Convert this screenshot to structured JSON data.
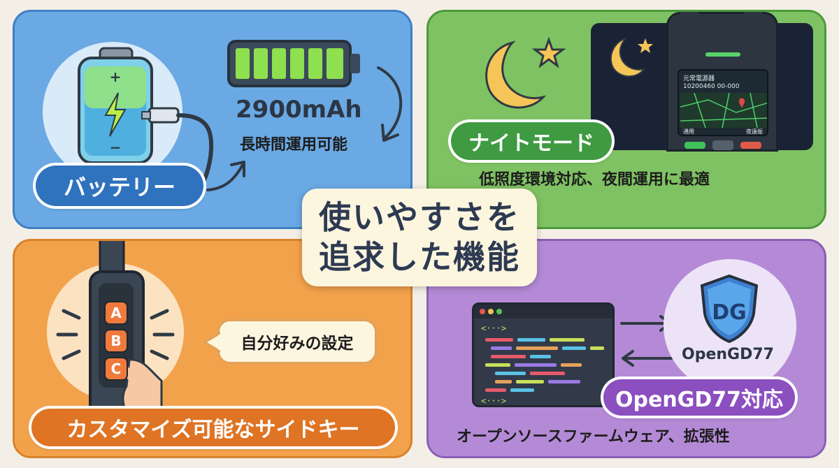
{
  "center_title": {
    "line1": "使いやすさを",
    "line2": "追求した機能"
  },
  "battery": {
    "badge": "バッテリー",
    "capacity": "2900mAh",
    "caption": "長時間運用可能"
  },
  "night": {
    "badge": "ナイトモード",
    "caption": "低照度環境対応、夜間運用に最適",
    "screen": {
      "line1": "元常電源器",
      "line2": "10200460 00-000",
      "footer_left": "通用",
      "footer_right": "夜遠振"
    }
  },
  "keys": {
    "badge": "カスタマイズ可能なサイドキー",
    "bubble": "自分好みの設定",
    "key_labels": [
      "A",
      "B",
      "C"
    ]
  },
  "open": {
    "badge": "OpenGD77対応",
    "logo_text": "OpenGD77",
    "caption": "オープンソースファームウェア、拡張性"
  },
  "colors": {
    "battery_panel": "#6aa9e4",
    "night_panel": "#7fc263",
    "keys_panel": "#f3a24c",
    "open_panel": "#b48ad6",
    "battery_badge": "#2f72be",
    "night_badge": "#3f9a42",
    "keys_badge": "#de7424",
    "open_badge": "#8b4fc0"
  }
}
